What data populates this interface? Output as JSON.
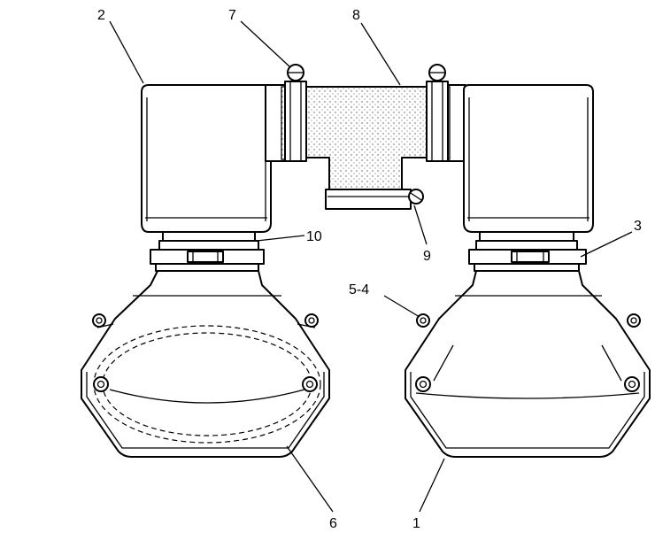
{
  "callouts": {
    "c1": "1",
    "c2": "2",
    "c3": "3",
    "c54": "5-4",
    "c6": "6",
    "c7": "7",
    "c8": "8",
    "c9": "9",
    "c10": "10"
  }
}
